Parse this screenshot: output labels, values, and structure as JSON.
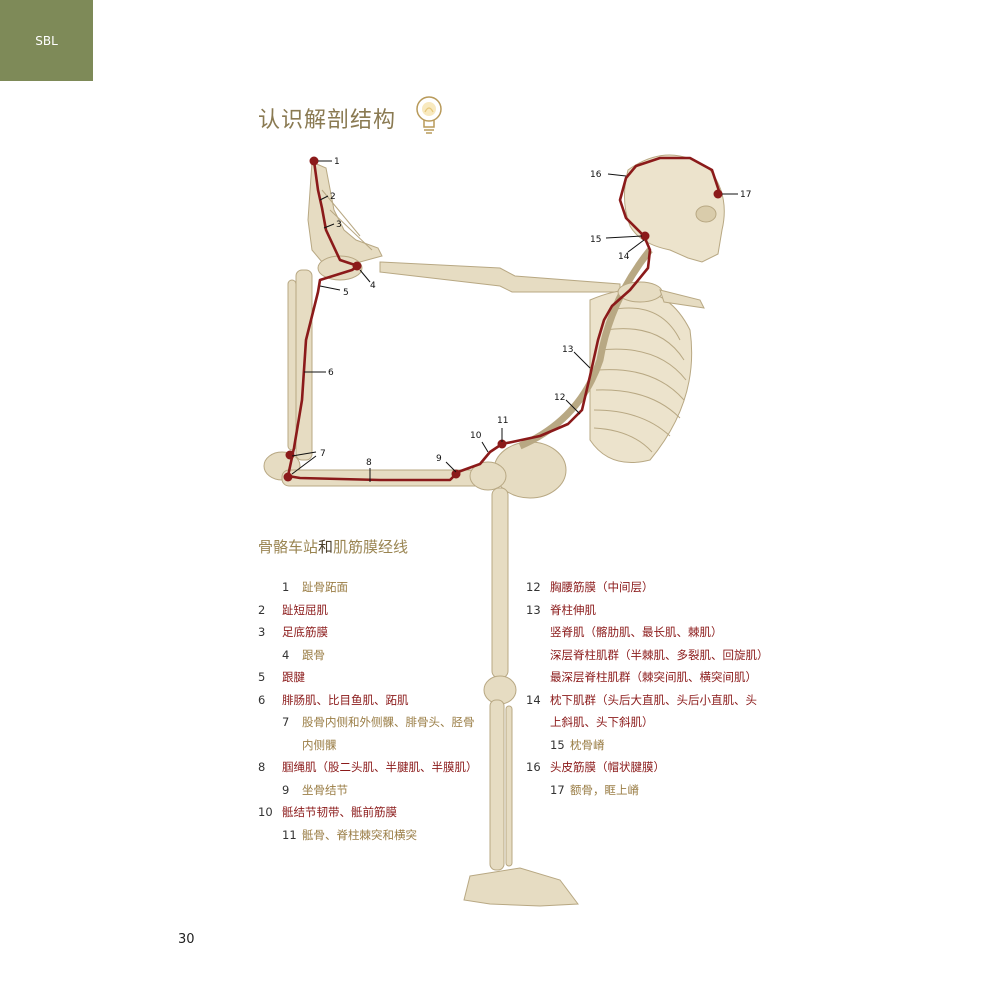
{
  "tab": {
    "label": "SBL",
    "color": "#7e8a58"
  },
  "heading": {
    "title": "认识解剖结构",
    "icon": "lightbulb-icon"
  },
  "figure": {
    "line_color": "#8b1a1a",
    "labels": [
      "1",
      "2",
      "3",
      "4",
      "5",
      "6",
      "7",
      "8",
      "9",
      "10",
      "11",
      "12",
      "13",
      "14",
      "15",
      "16",
      "17"
    ]
  },
  "legend": {
    "title_part1": "骨骼车站",
    "title_part2": "和",
    "title_part3": "肌筋膜经线",
    "left": [
      {
        "kind": "station",
        "num": "1",
        "text": "趾骨跖面"
      },
      {
        "kind": "line",
        "num": "2",
        "text": "趾短屈肌"
      },
      {
        "kind": "line",
        "num": "3",
        "text": "足底筋膜"
      },
      {
        "kind": "station",
        "num": "4",
        "text": "跟骨"
      },
      {
        "kind": "line",
        "num": "5",
        "text": "跟腱"
      },
      {
        "kind": "line",
        "num": "6",
        "text": "腓肠肌、比目鱼肌、跖肌"
      },
      {
        "kind": "station",
        "num": "7",
        "text": "股骨内侧和外侧髁、腓骨头、胫骨"
      },
      {
        "kind": "cont2",
        "num": "",
        "text": "内侧髁"
      },
      {
        "kind": "line",
        "num": "8",
        "text": "腘绳肌（股二头肌、半腱肌、半膜肌）"
      },
      {
        "kind": "station",
        "num": "9",
        "text": "坐骨结节"
      },
      {
        "kind": "line",
        "num": "10",
        "text": "骶结节韧带、骶前筋膜"
      },
      {
        "kind": "station",
        "num": "11",
        "text": "骶骨、脊柱棘突和横突"
      }
    ],
    "right": [
      {
        "kind": "line",
        "num": "12",
        "text": "胸腰筋膜（中间层）"
      },
      {
        "kind": "line",
        "num": "13",
        "text": "脊柱伸肌"
      },
      {
        "kind": "cont",
        "num": "",
        "text": "竖脊肌（髂肋肌、最长肌、棘肌）"
      },
      {
        "kind": "cont",
        "num": "",
        "text": "深层脊柱肌群（半棘肌、多裂肌、回旋肌）"
      },
      {
        "kind": "cont",
        "num": "",
        "text": "最深层脊柱肌群（棘突间肌、横突间肌）"
      },
      {
        "kind": "line",
        "num": "14",
        "text": "枕下肌群（头后大直肌、头后小直肌、头"
      },
      {
        "kind": "cont",
        "num": "",
        "text": "上斜肌、头下斜肌）"
      },
      {
        "kind": "station",
        "num": "15",
        "text": "枕骨嵴"
      },
      {
        "kind": "line",
        "num": "16",
        "text": "头皮筋膜（帽状腱膜）"
      },
      {
        "kind": "station",
        "num": "17",
        "text": "额骨，眶上嵴"
      }
    ]
  },
  "page": {
    "number": "30"
  }
}
